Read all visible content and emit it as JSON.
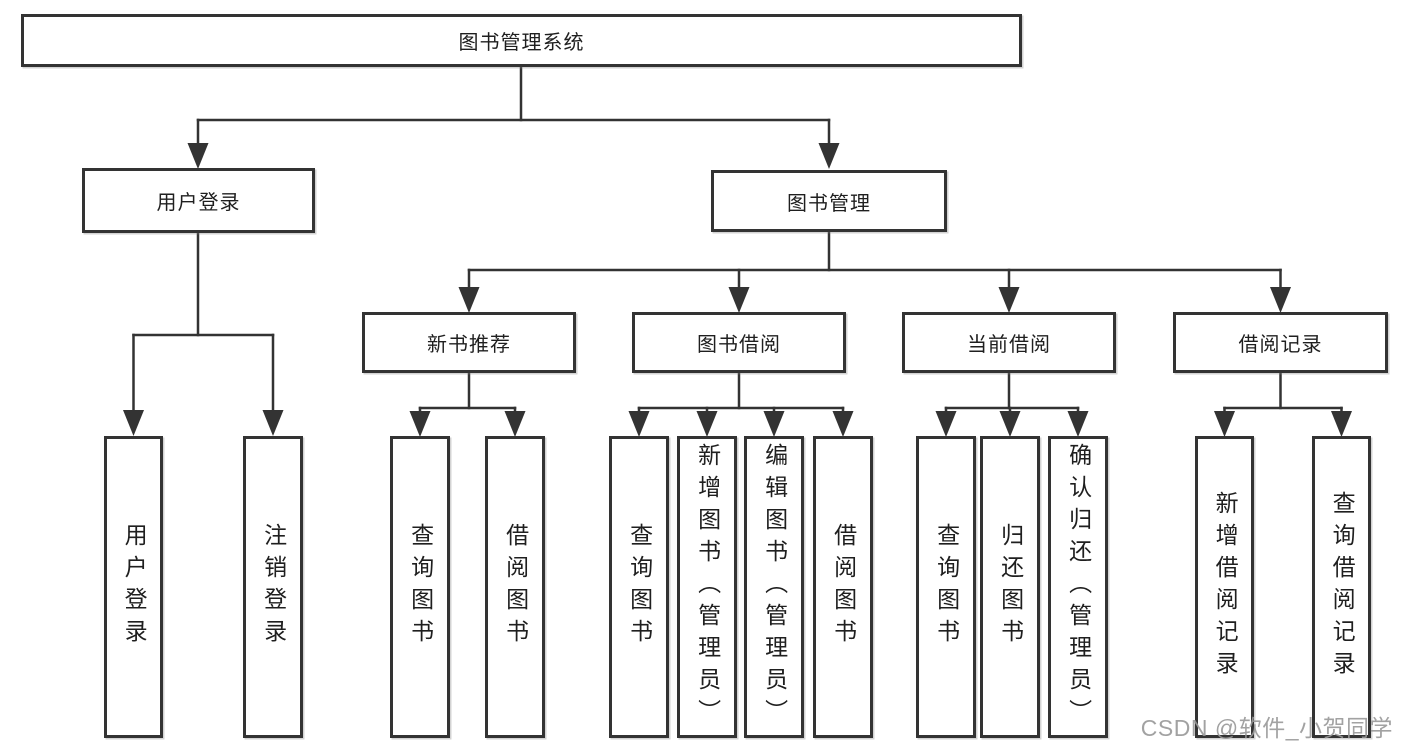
{
  "diagram": {
    "title": "图书管理系统",
    "level2": [
      {
        "label": "用户登录"
      },
      {
        "label": "图书管理"
      }
    ],
    "level3": [
      {
        "label": "新书推荐"
      },
      {
        "label": "图书借阅"
      },
      {
        "label": "当前借阅"
      },
      {
        "label": "借阅记录"
      }
    ],
    "leaves": [
      {
        "label": "用户登录"
      },
      {
        "label": "注销登录"
      },
      {
        "label": "查询图书"
      },
      {
        "label": "借阅图书"
      },
      {
        "label": "查询图书"
      },
      {
        "label": "新增图书（管理员）"
      },
      {
        "label": "编辑图书（管理员）"
      },
      {
        "label": "借阅图书"
      },
      {
        "label": "查询图书"
      },
      {
        "label": "归还图书"
      },
      {
        "label": "确认归还（管理员）"
      },
      {
        "label": "新增借阅记录"
      },
      {
        "label": "查询借阅记录"
      }
    ],
    "watermark": "CSDN @软件_小贺同学"
  },
  "colors": {
    "line": "#333333",
    "text": "#1f1f1f",
    "watermark": "#989898",
    "background": "#ffffff"
  }
}
